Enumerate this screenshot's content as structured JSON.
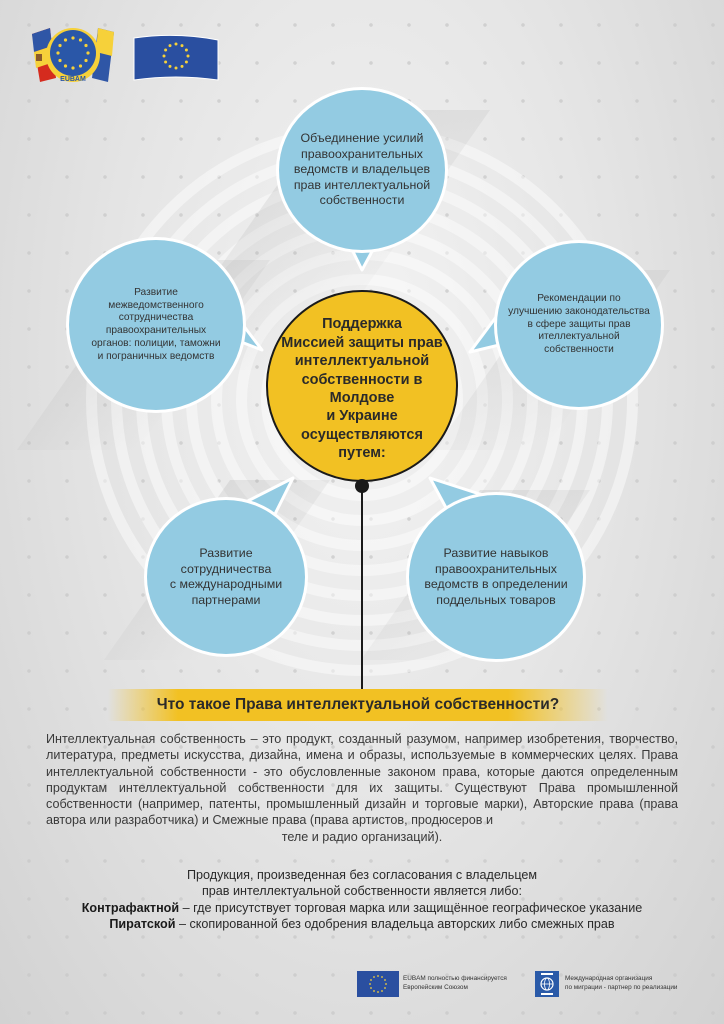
{
  "logos": {
    "eubam": {
      "label": "EUBAM",
      "icon": "eubam-logo-icon"
    },
    "eu_flag": {
      "icon": "eu-flag-icon"
    }
  },
  "colors": {
    "bubble_blue": "#93cbe2",
    "center_yellow": "#f2c123",
    "bar_yellow": "#f2c123",
    "eu_blue": "#2a4fa0",
    "text_dark": "#2a2a2a"
  },
  "center": {
    "lines": [
      "Поддержка",
      "Миссией защиты прав",
      "интеллектуальной",
      "собственности в Молдове",
      "и Украине",
      "осуществляются",
      "путем:"
    ]
  },
  "bubbles": {
    "top": {
      "lines": [
        "Объединение усилий",
        "правоохранительных",
        "ведомств и владельцев",
        "прав интеллектуальной",
        "собственности"
      ]
    },
    "left": {
      "lines": [
        "Развитие",
        "межведомственного",
        "сотрудничества",
        "правоохранительных",
        "органов: полиции, таможни",
        "и пограничных ведомств"
      ]
    },
    "right": {
      "lines": [
        "Рекомендации по",
        "улучшению законодательства",
        "в сфере защиты прав",
        "ителлектуальной",
        "собственности"
      ]
    },
    "bottom_left": {
      "lines": [
        "Развитие",
        "сотрудничества",
        "с международными",
        "партнерами"
      ]
    },
    "bottom_right": {
      "lines": [
        "Развитие навыков",
        "правоохранительных",
        "ведомств в определении",
        "поддельных товаров"
      ]
    }
  },
  "question": {
    "title": "Что такое Права интеллектуальной собственности?"
  },
  "definition": {
    "body": "Интеллектуальная собственность – это продукт, созданный разумом, например изобретения, творчество, литература, предметы искусства, дизайна, имена и образы, используемые в коммерческих целях.  Права интеллектуальной собственности - это обусловленные законом права, которые даются определенным продуктам интеллектуальной собственности для их защиты. Существуют Права промышленной собственности (например, патенты, промышленный дизайн и торговые марки), Авторские права (права автора или разработчика)  и Смежные права (права артистов, продюсеров и",
    "last_line": "теле и радио организаций)."
  },
  "products": {
    "intro_line1": "Продукция, произведенная без согласования с владельцем",
    "intro_line2": "прав интеллектуальной собственности является либо:",
    "counterfeit_term": "Контрафактной",
    "counterfeit_desc": " – где присутствует торговая марка или защищённое географическое указание",
    "pirated_term": "Пиратской",
    "pirated_desc": " – скопированной  без одобрения владельца авторских либо смежных прав"
  },
  "footer": {
    "eu": {
      "icon": "eu-flag-icon",
      "line1": "EUBAM полностью финансируется",
      "line2": "Европейским Союзом"
    },
    "iom": {
      "icon": "iom-logo-icon",
      "line1": "Международная организация",
      "line2": "по миграции - партнер по реализации"
    }
  }
}
